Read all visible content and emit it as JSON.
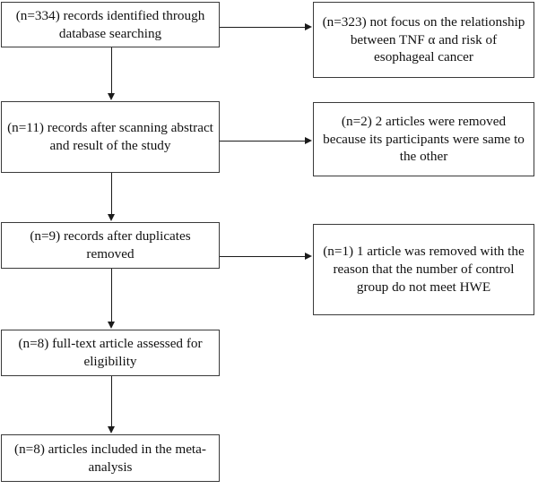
{
  "diagram": {
    "type": "prisma-flow-diagram",
    "title": "",
    "colors": {
      "box_border": "#3a3a3a",
      "connector": "#1b1b1b",
      "text": "#111111",
      "background": "#ffffff"
    },
    "main_column": [
      {
        "id": "identified",
        "count": "n=334",
        "text": "(n=334) records identified through database searching"
      },
      {
        "id": "after-scanning",
        "count": "n=11",
        "text": "(n=11) records after scanning abstract and result of the study"
      },
      {
        "id": "after-duplicates",
        "count": "n=9",
        "text": "(n=9) records after duplicates removed"
      },
      {
        "id": "full-text-assessed",
        "count": "n=8",
        "text": "(n=8) full-text article assessed for eligibility"
      },
      {
        "id": "included",
        "count": "n=8",
        "text": "(n=8) articles included in the meta-analysis"
      }
    ],
    "exclusion_column": [
      {
        "id": "not-focus",
        "count": "n=323",
        "text": "(n=323) not focus on the relationship between TNF α and risk of esophageal cancer"
      },
      {
        "id": "same-participants",
        "count": "n=2",
        "text": "(n=2) 2 articles were removed because its participants were same to the other"
      },
      {
        "id": "hwe-failed",
        "count": "n=1",
        "text": "(n=1) 1 article was removed with the reason that the number of control group do not meet HWE"
      }
    ]
  }
}
